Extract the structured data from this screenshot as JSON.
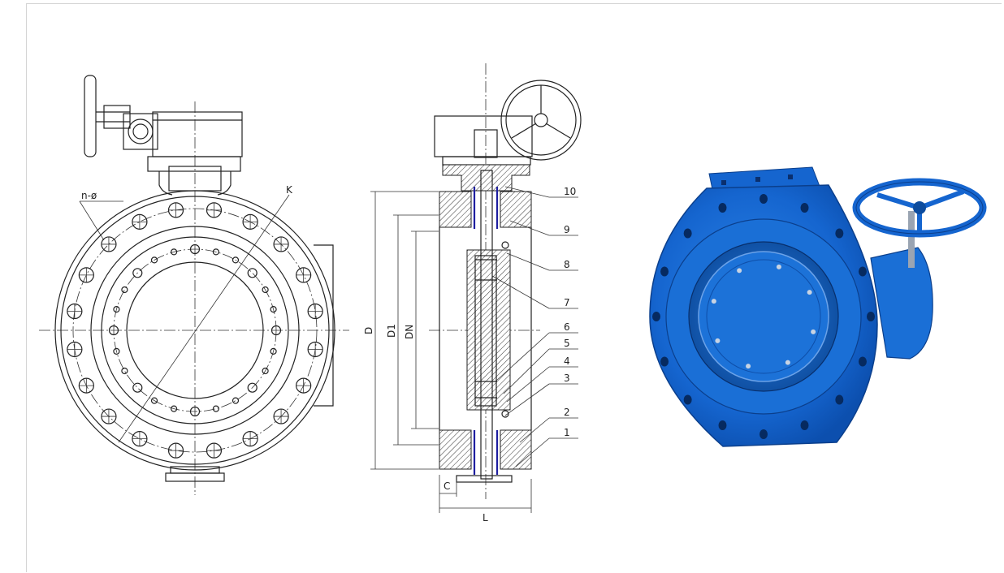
{
  "front_view": {
    "labels": {
      "holes": "n-ø",
      "pcd": "K"
    }
  },
  "section_view": {
    "dimensions": {
      "outer": "D",
      "pitch": "D1",
      "nominal": "DN",
      "flange": "C",
      "length": "L"
    },
    "part_numbers": [
      "10",
      "9",
      "8",
      "7",
      "6",
      "5",
      "4",
      "3",
      "2",
      "1"
    ]
  },
  "colors": {
    "valve_body": "#1a6fd6",
    "seat_liner": "#1e1ea0",
    "line": "#222222"
  }
}
